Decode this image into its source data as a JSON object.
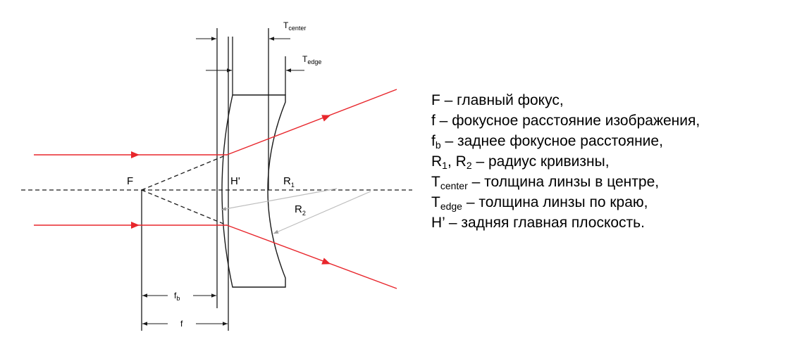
{
  "diagram": {
    "labels": {
      "F": "F",
      "H_prime": "H'",
      "R1_main": "R",
      "R1_sub": "1",
      "R2_main": "R",
      "R2_sub": "2",
      "T_center_main": "T",
      "T_center_sub": "center",
      "T_edge_main": "T",
      "T_edge_sub": "edge",
      "fb_main": "f",
      "fb_sub": "b",
      "f": "f"
    },
    "colors": {
      "ray": "#e8262c",
      "line": "#1a1a1a",
      "radius_line": "#bdbdbd",
      "background": "#ffffff"
    }
  },
  "legend": {
    "items": [
      {
        "main": "F",
        "sub": "",
        "text": " – главный фокус,"
      },
      {
        "main": "f",
        "sub": "",
        "text": " – фокусное расстояние изображения,"
      },
      {
        "main": "f",
        "sub": "b",
        "text": " – заднее фокусное расстояние,"
      },
      {
        "main": "R",
        "sub": "1",
        "mid": ", R",
        "sub2": "2",
        "text": " – радиус кривизны,"
      },
      {
        "main": "T",
        "sub": "center",
        "text": " – толщина линзы в центре,"
      },
      {
        "main": "T",
        "sub": "edge",
        "text": " – толщина линзы по краю,"
      },
      {
        "main": "H’",
        "sub": "",
        "text": " – задняя главная плоскость."
      }
    ]
  }
}
